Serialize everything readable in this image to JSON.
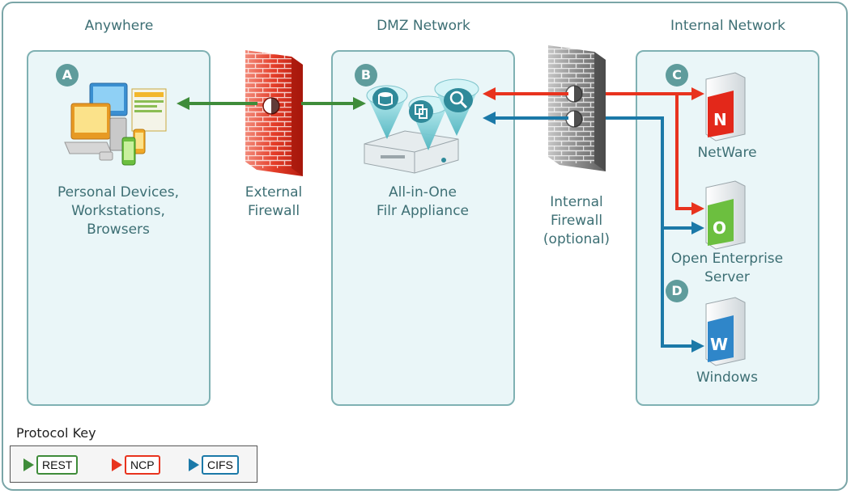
{
  "zones": {
    "anywhere": "Anywhere",
    "dmz": "DMZ Network",
    "internal": "Internal Network"
  },
  "badges": [
    "A",
    "B",
    "C",
    "D"
  ],
  "labels": {
    "devices": "Personal Devices,\nWorkstations,\nBrowsers",
    "external_firewall": "External\nFirewall",
    "appliance": "All-in-One\nFilr Appliance",
    "internal_firewall": "Internal\nFirewall\n(optional)",
    "netware": "NetWare",
    "oes": "Open Enterprise\nServer",
    "windows": "Windows"
  },
  "server_letters": {
    "netware": "N",
    "oes": "O",
    "windows": "W"
  },
  "protocol_key": {
    "title": "Protocol Key",
    "items": [
      {
        "label": "REST",
        "color": "#3f8c3a"
      },
      {
        "label": "NCP",
        "color": "#e8331e"
      },
      {
        "label": "CIFS",
        "color": "#1b79a8"
      }
    ]
  },
  "colors": {
    "rest": "#3f8c3a",
    "ncp": "#e8331e",
    "cifs": "#1b79a8"
  },
  "icons": [
    "devices-icon",
    "firewall-icon",
    "appliance-icon",
    "server-icon"
  ]
}
